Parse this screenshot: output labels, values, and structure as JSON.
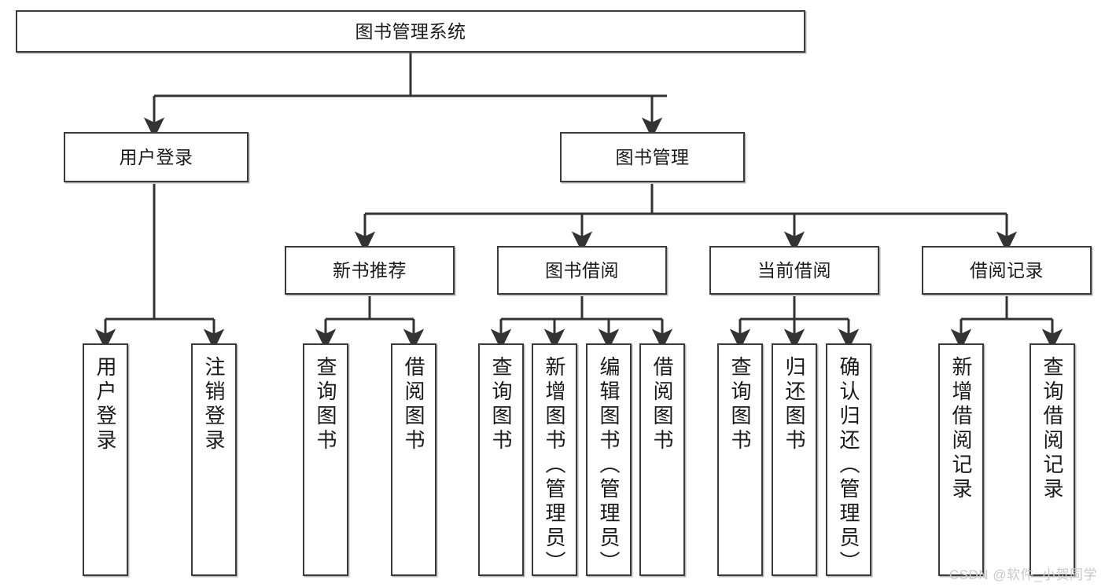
{
  "diagram": {
    "title": "图书管理系统",
    "type": "tree",
    "watermark": "CSDN @软件_小贺同学",
    "colors": {
      "box_border": "#3b3b3b",
      "box_fill": "#ffffff",
      "edge": "#333333",
      "text": "#1a1a1a",
      "watermark": "#c9c9c9",
      "background": "#ffffff"
    },
    "nodes": {
      "root": {
        "label": "图书管理系统",
        "level": 0,
        "orientation": "horizontal"
      },
      "l1": [
        {
          "id": "user_login",
          "label": "用户登录",
          "orientation": "horizontal"
        },
        {
          "id": "book_mgmt",
          "label": "图书管理",
          "orientation": "horizontal"
        }
      ],
      "l2": [
        {
          "id": "new_book_rec",
          "label": "新书推荐",
          "orientation": "horizontal",
          "parent": "book_mgmt"
        },
        {
          "id": "book_borrow",
          "label": "图书借阅",
          "orientation": "horizontal",
          "parent": "book_mgmt"
        },
        {
          "id": "current_borrow",
          "label": "当前借阅",
          "orientation": "horizontal",
          "parent": "book_mgmt"
        },
        {
          "id": "borrow_record",
          "label": "借阅记录",
          "orientation": "horizontal",
          "parent": "book_mgmt"
        }
      ],
      "leaves": {
        "user_login": [
          {
            "id": "leaf_user_login",
            "label": "用户登录"
          },
          {
            "id": "leaf_logout",
            "label": "注销登录"
          }
        ],
        "new_book_rec": [
          {
            "id": "leaf_nbr_query",
            "label": "查询图书"
          },
          {
            "id": "leaf_nbr_borrow",
            "label": "借阅图书"
          }
        ],
        "book_borrow": [
          {
            "id": "leaf_bb_query",
            "label": "查询图书"
          },
          {
            "id": "leaf_bb_add",
            "label": "新增图书（管理员）"
          },
          {
            "id": "leaf_bb_edit",
            "label": "编辑图书（管理员）"
          },
          {
            "id": "leaf_bb_borrow",
            "label": "借阅图书"
          }
        ],
        "current_borrow": [
          {
            "id": "leaf_cb_query",
            "label": "查询图书"
          },
          {
            "id": "leaf_cb_return",
            "label": "归还图书"
          },
          {
            "id": "leaf_cb_confirm",
            "label": "确认归还（管理员）"
          }
        ],
        "borrow_record": [
          {
            "id": "leaf_br_add",
            "label": "新增借阅记录"
          },
          {
            "id": "leaf_br_query",
            "label": "查询借阅记录"
          }
        ]
      }
    }
  }
}
